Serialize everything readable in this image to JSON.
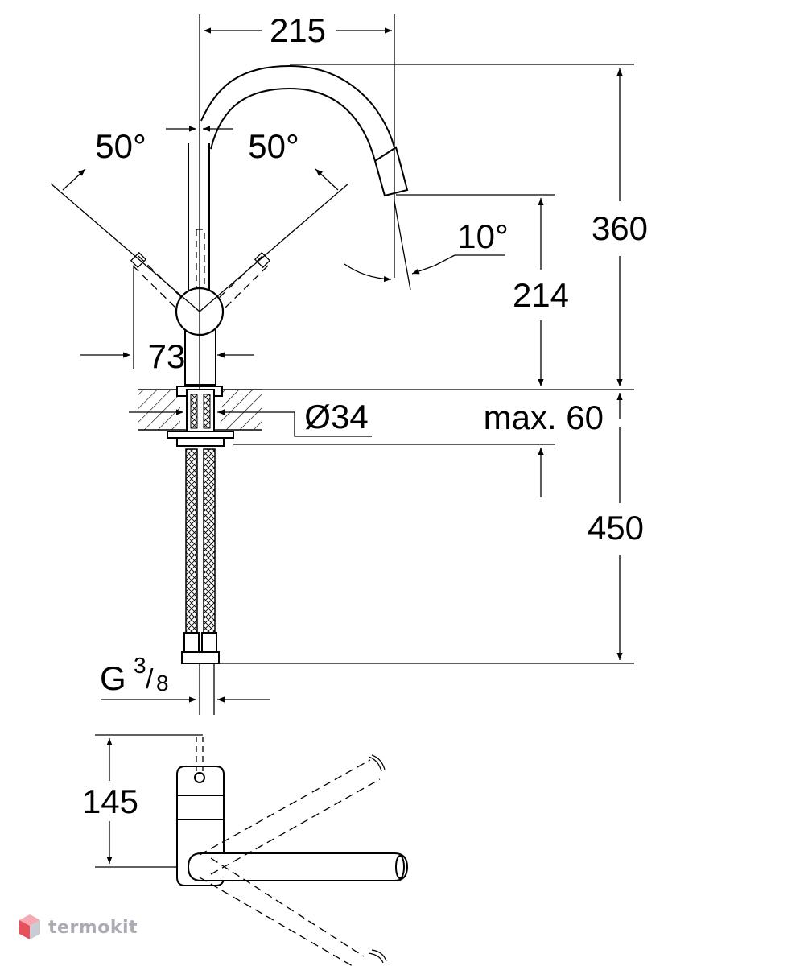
{
  "dimensions": {
    "spout_reach": "215",
    "handle_angle_left": "50°",
    "handle_angle_right": "50°",
    "spout_tilt_angle": "10°",
    "total_height": "360",
    "outlet_height": "214",
    "handle_offset": "73",
    "hole_diameter": "Ø34",
    "max_counter_thickness": "max. 60",
    "hose_length": "450",
    "thread_main": "G",
    "thread_num": "3",
    "thread_den": "8",
    "plan_depth": "145"
  },
  "watermark": {
    "text": "termokit",
    "logo_icon": "cube-logo-icon",
    "logo_colors": [
      "#e8505b",
      "#f7a8b0",
      "#c9cdd3"
    ]
  }
}
